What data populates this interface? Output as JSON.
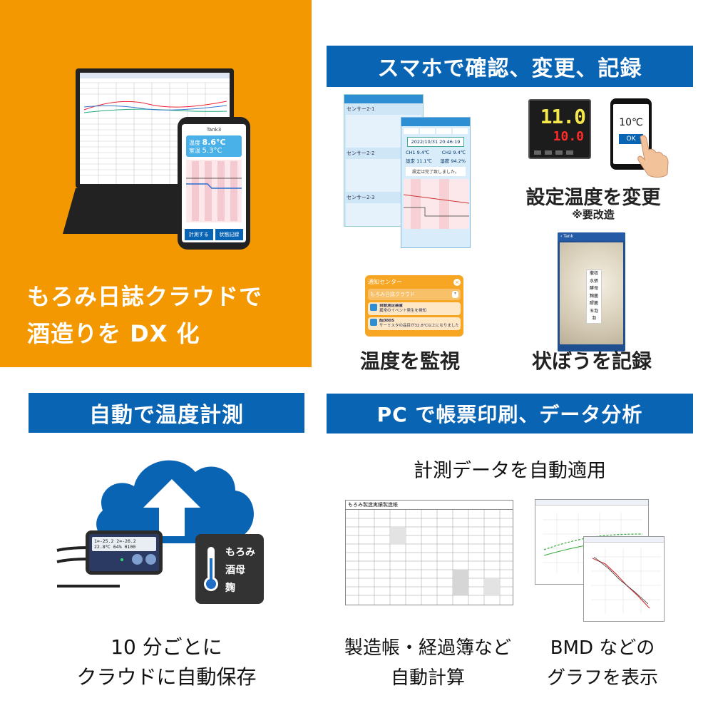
{
  "hero": {
    "line1": "もろみ日誌クラウドで",
    "line2": "酒造りを DX 化",
    "phone_title": "Tank3",
    "phone_temp1_label": "温度",
    "phone_temp1": "8.6°C",
    "phone_temp2_label": "室温",
    "phone_temp2": "5.3°C",
    "phone_btn1": "計測する",
    "phone_btn2": "状態記録"
  },
  "smartphone": {
    "banner": "スマホで確認、変更、記録",
    "app_date": "2022/10/31 20:46:19",
    "app_ch1": "CH1 9.4℃",
    "app_ch2": "CH2 9.4℃",
    "app_set1": "設定 11.1℃",
    "app_set2": "湿度 94.2%",
    "app_notice": "設定は完了致しました。",
    "controller_pv": "11.0",
    "controller_sv": "10.0",
    "phone_display": "10℃",
    "phone_ok": "OK",
    "change_caption": "設定温度を変更",
    "change_note": "※要改造",
    "notif_header": "通知センター",
    "notif_app": "もろみ日誌クラウド",
    "notif_title1": "自動測定装置",
    "notif_body1": "異常のイベント発生を検知",
    "notif_title2": "酛080S",
    "notif_body2": "サーミスタの品目が32.8℃以上になりました",
    "monitor_caption": "温度を監視",
    "state_menu": [
      "撤収",
      "水張",
      "酵母",
      "麹菌",
      "醪菌",
      "玉泡",
      "泡"
    ],
    "record_caption": "状ぼうを記録"
  },
  "auto": {
    "banner": "自動で温度計測",
    "device_display1": "1=-25.2  2=-26.2",
    "device_display2": "22.8℃ 64% 0100",
    "badge_lines": [
      "もろみ",
      "酒母",
      "麹"
    ],
    "caption1": "10 分ごとに",
    "caption2": "クラウドに自動保存"
  },
  "pc": {
    "banner": "PC で帳票印刷、データ分析",
    "subtitle": "計測データを自動適用",
    "doc_title": "もろみ製造実績製造帳",
    "doc_caption1": "製造帳・経過簿など",
    "doc_caption2": "自動計算",
    "graph_caption1": "BMD などの",
    "graph_caption2": "グラフを表示"
  },
  "colors": {
    "orange": "#f39800",
    "banner_blue": "#0a64b4",
    "cloud_blue": "#0a64b4"
  }
}
